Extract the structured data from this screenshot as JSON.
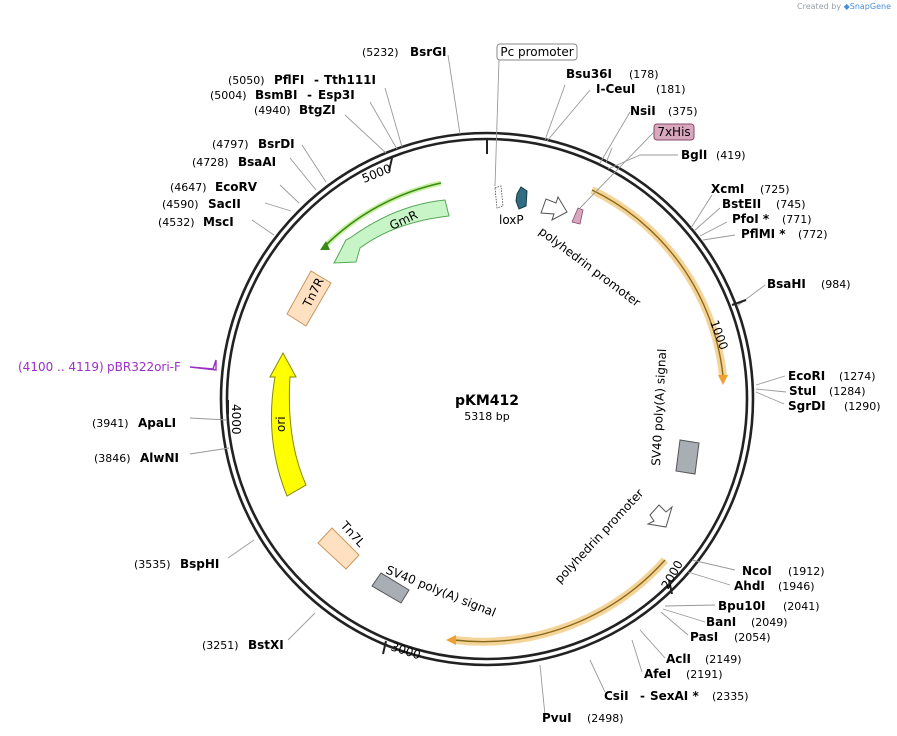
{
  "credit": {
    "prefix": "Created by",
    "brand": "SnapGene"
  },
  "plasmid": {
    "name": "pKM412",
    "length_label": "5318 bp",
    "total_bp": 5318
  },
  "ticks": [
    {
      "bp": 1000,
      "label": "1000"
    },
    {
      "bp": 2000,
      "label": "2000"
    },
    {
      "bp": 3000,
      "label": "3000"
    },
    {
      "bp": 4000,
      "label": "4000"
    },
    {
      "bp": 5000,
      "label": "5000"
    }
  ],
  "enzymes": [
    {
      "pos": "(5232)",
      "name": "BsrGI",
      "bp": 5232
    },
    {
      "pos": "(5050)",
      "name": "PflFI",
      "name2": "Tth111I",
      "bp": 5050
    },
    {
      "pos": "(5004)",
      "name": "BsmBI",
      "name2": "Esp3I",
      "bp": 5004
    },
    {
      "pos": "(4940)",
      "name": "BtgZI",
      "bp": 4940
    },
    {
      "pos": "(4797)",
      "name": "BsrDI",
      "bp": 4797
    },
    {
      "pos": "(4728)",
      "name": "BsaAI",
      "bp": 4728
    },
    {
      "pos": "(4647)",
      "name": "EcoRV",
      "bp": 4647
    },
    {
      "pos": "(4590)",
      "name": "SacII",
      "bp": 4590
    },
    {
      "pos": "(4532)",
      "name": "MscI",
      "bp": 4532
    },
    {
      "pos": "(3941)",
      "name": "ApaLI",
      "bp": 3941
    },
    {
      "pos": "(3846)",
      "name": "AlwNI",
      "bp": 3846
    },
    {
      "pos": "(3535)",
      "name": "BspHI",
      "bp": 3535
    },
    {
      "pos": "(3251)",
      "name": "BstXI",
      "bp": 3251
    },
    {
      "name": "Bsu36I",
      "pos": "(178)",
      "bp": 178
    },
    {
      "name": "I-CeuI",
      "pos": "(181)",
      "bp": 181
    },
    {
      "name": "NsiI",
      "pos": "(375)",
      "bp": 375
    },
    {
      "name": "BglI",
      "pos": "(419)",
      "bp": 419
    },
    {
      "name": "XcmI",
      "pos": "(725)",
      "bp": 725
    },
    {
      "name": "BstEII",
      "pos": "(745)",
      "bp": 745
    },
    {
      "name": "PfoI *",
      "pos": "(771)",
      "bp": 771
    },
    {
      "name": "PflMI *",
      "pos": "(772)",
      "bp": 772
    },
    {
      "name": "BsaHI",
      "pos": "(984)",
      "bp": 984
    },
    {
      "name": "EcoRI",
      "pos": "(1274)",
      "bp": 1274
    },
    {
      "name": "StuI",
      "pos": "(1284)",
      "bp": 1284
    },
    {
      "name": "SgrDI",
      "pos": "(1290)",
      "bp": 1290
    },
    {
      "name": "NcoI",
      "pos": "(1912)",
      "bp": 1912
    },
    {
      "name": "AhdI",
      "pos": "(1946)",
      "bp": 1946
    },
    {
      "name": "Bpu10I",
      "pos": "(2041)",
      "bp": 2041
    },
    {
      "name": "BanI",
      "pos": "(2049)",
      "bp": 2049
    },
    {
      "name": "PasI",
      "pos": "(2054)",
      "bp": 2054
    },
    {
      "name": "AclI",
      "pos": "(2149)",
      "bp": 2149
    },
    {
      "name": "AfeI",
      "pos": "(2191)",
      "bp": 2191
    },
    {
      "name": "CsiI",
      "name2": "SexAI *",
      "pos": "(2335)",
      "bp": 2335
    },
    {
      "name": "PvuI",
      "pos": "(2498)",
      "bp": 2498
    }
  ],
  "primer": {
    "range": "(4100 .. 4119)",
    "name": "pBR322ori-F",
    "color": "#9b30c8"
  },
  "boxed_labels": [
    {
      "text": "Pc promoter",
      "fill": "#ffffff"
    },
    {
      "text": "7xHis",
      "fill": "#d9a8bf"
    }
  ],
  "features": [
    {
      "name": "GmR",
      "color": "#c8f5c8"
    },
    {
      "name": "Tn7R",
      "color": "#ffe0c0"
    },
    {
      "name": "ori",
      "color": "#ffff00"
    },
    {
      "name": "Tn7L",
      "color": "#ffe0c0"
    },
    {
      "name": "SV40 poly(A) signal",
      "color": "#a9aeb4"
    },
    {
      "name": "polyhedrin promoter",
      "color": "#ffffff"
    },
    {
      "name": "SV40 poly(A) signal",
      "color": "#a9aeb4"
    },
    {
      "name": "loxP",
      "color": "#2f6e82"
    },
    {
      "name": "polyhedrin promoter",
      "color": "#ffffff"
    }
  ],
  "colors": {
    "orf_fill": "#f5d49a",
    "orf_line": "#8a6a1a",
    "gmr_line": "#3a8a1a",
    "his_tag": "#d9a8bf"
  }
}
